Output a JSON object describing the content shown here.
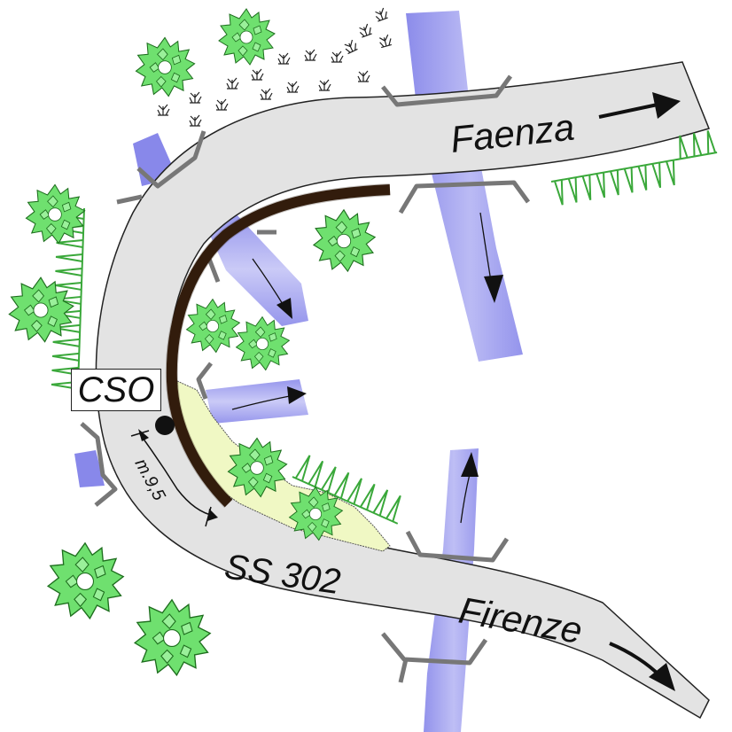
{
  "labels": {
    "faenza": "Faenza",
    "firenze": "Firenze",
    "road": "SS 302",
    "cso": "CSO",
    "distance": "m.9,5"
  },
  "colors": {
    "road": "#e3e3e3",
    "road_edge": "#333333",
    "guardrail": "#777777",
    "water": "#7f7fe8",
    "wall": "#3a200f",
    "slope": "#f0f8c4",
    "tree": "#6fe06f",
    "grass": "#43b043",
    "shrub": "#222222"
  },
  "icons": {
    "tree": "tree-icon",
    "grass": "grass-icon",
    "shrub": "shrub-icon",
    "arrow": "direction-arrow-icon",
    "point": "cso-point-icon"
  }
}
